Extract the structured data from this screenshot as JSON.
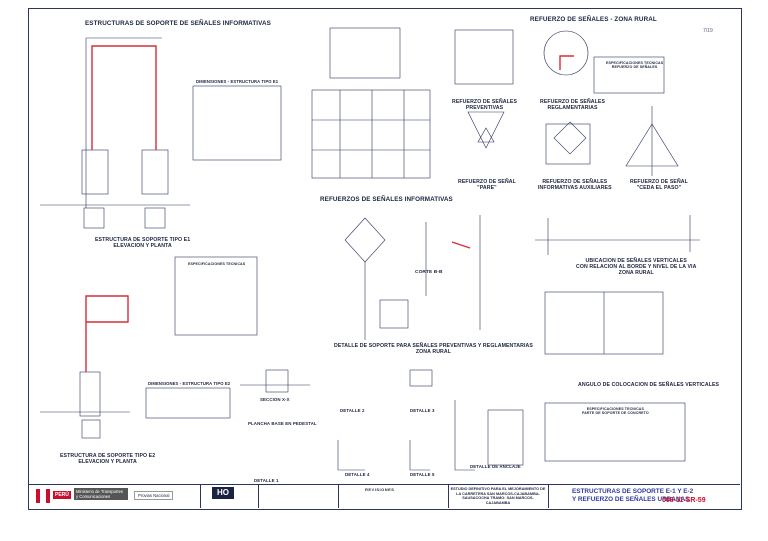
{
  "sheet": {
    "corner_number": "7/19",
    "accent_color": "#d62e3a",
    "line_color": "#2c3560"
  },
  "titles": {
    "estructuras_informativas": "ESTRUCTURAS DE SOPORTE DE SEÑALES INFORMATIVAS",
    "refuerzo_zona_rural": "REFUERZO DE SEÑALES - ZONA RURAL",
    "refuerzos_informativas": "REFUERZOS DE SEÑALES INFORMATIVAS",
    "refuerzo_preventivas": "REFUERZO DE SEÑALES\nPREVENTIVAS",
    "refuerzo_reglamentarias": "REFUERZO DE SEÑALES\nREGLAMENTARIAS",
    "refuerzo_pare": "REFUERZO DE SEÑAL\n\"PARE\"",
    "refuerzo_auxiliares": "REFUERZO DE SEÑALES\nINFORMATIVAS AUXILIARES",
    "refuerzo_ceda": "REFUERZO DE SEÑAL\n\"CEDA EL PASO\"",
    "tipo_e1": "ESTRUCTURA DE SOPORTE TIPO E1\nELEVACION Y PLANTA",
    "tipo_e2": "ESTRUCTURA DE SOPORTE TIPO E2\nELEVACION Y PLANTA",
    "dim_e1": "DIMENSIONES - ESTRUCTURA TIPO E1",
    "dim_e2": "DIMENSIONES - ESTRUCTURA TIPO E2",
    "corte_bb": "CORTE B-B",
    "detalle_preventivas": "DETALLE DE SOPORTE PARA SEÑALES PREVENTIVAS Y REGLAMENTARIAS\nZONA RURAL",
    "ubicacion": "UBICACION DE SEÑALES VERTICALES\nCON RELACION AL BORDE Y NIVEL DE LA VIA\nZONA RURAL",
    "angulo": "ANGULO DE COLOCACION DE SEÑALES VERTICALES",
    "seccion_xx": "SECCION X-X",
    "plancha": "PLANCHA BASE EN PEDESTAL",
    "detalle1": "DETALLE 1",
    "detalle2": "DETALLE 2",
    "detalle3": "DETALLE 3",
    "detalle4": "DETALLE 4",
    "detalle5": "DETALLE 5",
    "detalle_anclaje": "DETALLE DE ANCLAJE",
    "espec_tecnicas": "ESPECIFICACIONES TECNICAS",
    "espec_refuerzo": "ESPECIFICACIONES TECNICAS\nREFUERZO DE SEÑALES",
    "espec_concreto": "ESPECIFICACIONES TECNICAS\nPARTE DE SOPORTE DE CONCRETO"
  },
  "title_block": {
    "peru": "PERÚ",
    "ministerio": "Ministerio de Transportes y Comunicaciones",
    "provias": "Provias Nacional",
    "firm_logo": "HO",
    "revisiones": "REVISIONES",
    "project": "ESTUDIO DEFINITIVO PARA EL MEJORAMIENTO DE LA CARRETERA SAN MARCOS-CAJABAMBA-SAUSACOCHA TRAMO: SAN MARCOS-CAJABAMBA",
    "drawing_title": "ESTRUCTURAS DE SOPORTE E-1 Y E-2\nY REFUERZO DE SEÑALES URBANAS",
    "sheet_number": "008-11-SR-59"
  }
}
